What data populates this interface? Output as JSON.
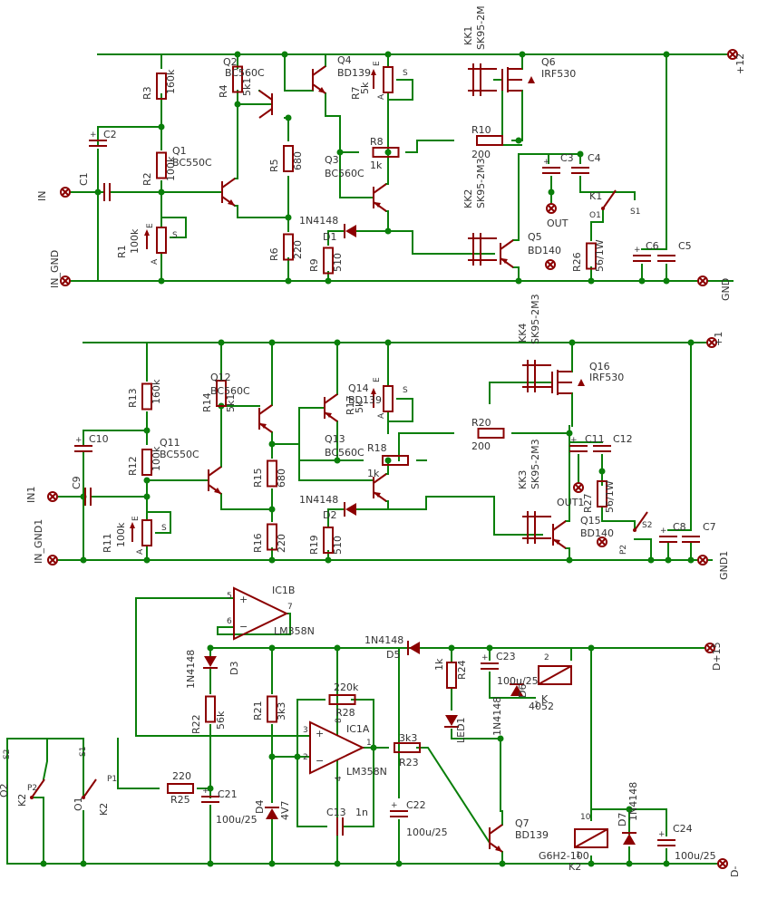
{
  "colors": {
    "wire": "#0a7f0a",
    "component": "#8b0000",
    "text": "#333333"
  },
  "parts": [
    {
      "id": "R3",
      "name": "R3",
      "value": "160k"
    },
    {
      "id": "R2",
      "name": "R2",
      "value": "100k"
    },
    {
      "id": "R1",
      "name": "R1",
      "value": "100k"
    },
    {
      "id": "R4",
      "name": "R4",
      "value": "5k1"
    },
    {
      "id": "R5",
      "name": "R5",
      "value": "680"
    },
    {
      "id": "R6",
      "name": "R6",
      "value": "220"
    },
    {
      "id": "R9",
      "name": "R9",
      "value": "510"
    },
    {
      "id": "R7",
      "name": "R7",
      "value": "5k"
    },
    {
      "id": "R8",
      "name": "R8",
      "value": "1k"
    },
    {
      "id": "R10",
      "name": "R10",
      "value": "200"
    },
    {
      "id": "R26",
      "name": "R26",
      "value": "56/1W"
    },
    {
      "id": "C1",
      "name": "C1",
      "value": ""
    },
    {
      "id": "C2",
      "name": "C2",
      "value": ""
    },
    {
      "id": "C3",
      "name": "C3",
      "value": ""
    },
    {
      "id": "C4",
      "name": "C4",
      "value": ""
    },
    {
      "id": "C5",
      "name": "C5",
      "value": ""
    },
    {
      "id": "C6",
      "name": "C6",
      "value": ""
    },
    {
      "id": "Q1",
      "name": "Q1",
      "value": "BC550C"
    },
    {
      "id": "Q2",
      "name": "Q2",
      "value": "BC560C"
    },
    {
      "id": "Q3",
      "name": "Q3",
      "value": "BC560C"
    },
    {
      "id": "Q4",
      "name": "Q4",
      "value": "BD139"
    },
    {
      "id": "Q5",
      "name": "Q5",
      "value": "BD140"
    },
    {
      "id": "Q6",
      "name": "Q6",
      "value": "IRF530"
    },
    {
      "id": "D1",
      "name": "D1",
      "value": "1N4148"
    },
    {
      "id": "KK1",
      "name": "KK1",
      "value": "SK95-2M"
    },
    {
      "id": "KK2",
      "name": "KK2",
      "value": "SK95-2M3"
    },
    {
      "id": "K1",
      "name": "K1",
      "value": "S1"
    },
    {
      "id": "R13",
      "name": "R13",
      "value": "160k"
    },
    {
      "id": "R12",
      "name": "R12",
      "value": "100k"
    },
    {
      "id": "R11",
      "name": "R11",
      "value": "100k"
    },
    {
      "id": "R14",
      "name": "R14",
      "value": "5k1"
    },
    {
      "id": "R15",
      "name": "R15",
      "value": "680"
    },
    {
      "id": "R16",
      "name": "R16",
      "value": "220"
    },
    {
      "id": "R19",
      "name": "R19",
      "value": "510"
    },
    {
      "id": "R17",
      "name": "R17",
      "value": "5k"
    },
    {
      "id": "R18",
      "name": "R18",
      "value": "1k"
    },
    {
      "id": "R20",
      "name": "R20",
      "value": "200"
    },
    {
      "id": "R27",
      "name": "R27",
      "value": "56/1W"
    },
    {
      "id": "C7",
      "name": "C7",
      "value": ""
    },
    {
      "id": "C8",
      "name": "C8",
      "value": ""
    },
    {
      "id": "C9",
      "name": "C9",
      "value": ""
    },
    {
      "id": "C10",
      "name": "C10",
      "value": ""
    },
    {
      "id": "C11",
      "name": "C11",
      "value": ""
    },
    {
      "id": "C12",
      "name": "C12",
      "value": ""
    },
    {
      "id": "Q11",
      "name": "Q11",
      "value": "BC550C"
    },
    {
      "id": "Q12",
      "name": "Q12",
      "value": "BC560C"
    },
    {
      "id": "Q13",
      "name": "Q13",
      "value": "BC560C"
    },
    {
      "id": "Q14",
      "name": "Q14",
      "value": "BD139"
    },
    {
      "id": "Q15",
      "name": "Q15",
      "value": "BD140"
    },
    {
      "id": "Q16",
      "name": "Q16",
      "value": "IRF530"
    },
    {
      "id": "D2",
      "name": "D2",
      "value": "1N4148"
    },
    {
      "id": "KK3",
      "name": "KK3",
      "value": "SK95-2M3"
    },
    {
      "id": "KK4",
      "name": "KK4",
      "value": "SK95-2M3"
    },
    {
      "id": "K2",
      "name": "K2",
      "value": "S2"
    },
    {
      "id": "IC1B",
      "name": "IC1B",
      "value": "LM358N"
    },
    {
      "id": "IC1A",
      "name": "IC1A",
      "value": "LM358N"
    },
    {
      "id": "R21",
      "name": "R21",
      "value": "3k3"
    },
    {
      "id": "R22",
      "name": "R22",
      "value": "56k"
    },
    {
      "id": "R23",
      "name": "R23",
      "value": "3k3"
    },
    {
      "id": "R24",
      "name": "R24",
      "value": "1k"
    },
    {
      "id": "R25",
      "name": "R25",
      "value": "220"
    },
    {
      "id": "R28",
      "name": "R28",
      "value": "220k"
    },
    {
      "id": "C13",
      "name": "C13",
      "value": "1n"
    },
    {
      "id": "C21",
      "name": "C21",
      "value": "100u/25"
    },
    {
      "id": "C22",
      "name": "C22",
      "value": "100u/25"
    },
    {
      "id": "C23",
      "name": "C23",
      "value": "100u/25"
    },
    {
      "id": "C24",
      "name": "C24",
      "value": "100u/25"
    },
    {
      "id": "D3",
      "name": "D3",
      "value": "1N4148"
    },
    {
      "id": "D4",
      "name": "D4",
      "value": "4V7"
    },
    {
      "id": "D5",
      "name": "D5",
      "value": "1N4148"
    },
    {
      "id": "D6",
      "name": "D6",
      "value": "1N4148"
    },
    {
      "id": "D7",
      "name": "D7",
      "value": "1N4148"
    },
    {
      "id": "LED1",
      "name": "LED1",
      "value": ""
    },
    {
      "id": "Q7",
      "name": "Q7",
      "value": "BD139"
    },
    {
      "id": "K3",
      "name": "K",
      "value": "4052"
    },
    {
      "id": "K4",
      "name": "K2",
      "value": "G6H2-100"
    },
    {
      "id": "SW1",
      "name": "K2",
      "value": "O1"
    },
    {
      "id": "SW2",
      "name": "K2",
      "value": "O2"
    }
  ],
  "nets": {
    "in": "IN",
    "in_gnd": "IN_GND",
    "plus12": "+12",
    "gnd": "GND",
    "out": "OUT",
    "in1": "IN1",
    "in_gnd1": "IN_GND1",
    "plus1": "+1",
    "gnd1": "GND1",
    "out1": "OUT1",
    "dplus15": "D+15",
    "dminus": "D-"
  },
  "pins": {
    "e": "E",
    "a": "A",
    "s": "S",
    "p1": "P1",
    "p2": "P2",
    "s1": "S1",
    "s2": "S2",
    "o1": "O1",
    "o2": "O2",
    "ic_1": "1",
    "ic_2": "2",
    "ic_3": "3",
    "ic_4": "4",
    "ic_5": "5",
    "ic_6": "6",
    "ic_7": "7",
    "ic_8": "8",
    "k_1": "1",
    "k_2": "2",
    "k_10": "10"
  }
}
